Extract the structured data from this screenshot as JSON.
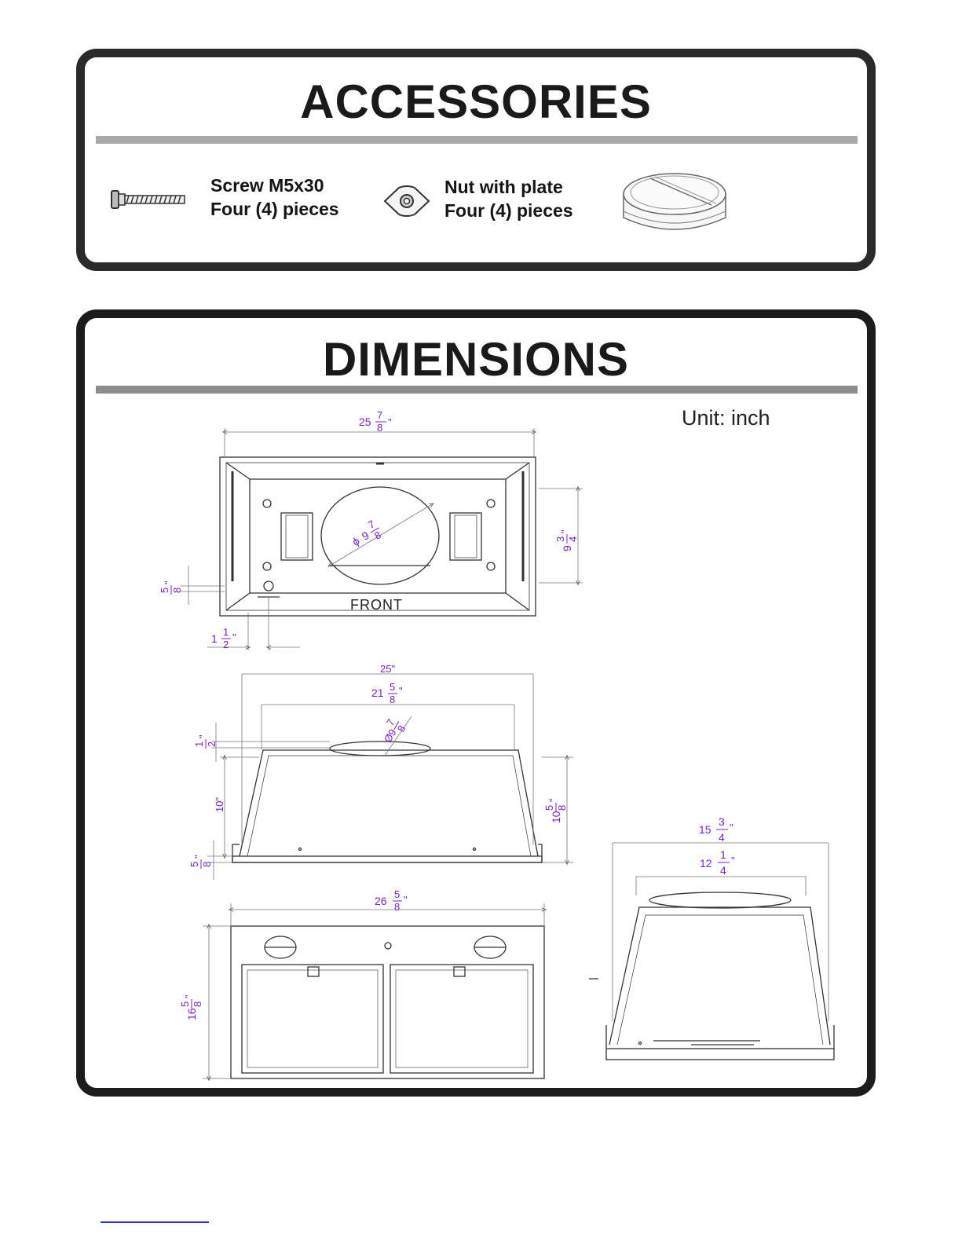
{
  "accessories": {
    "title": "ACCESSORIES",
    "screw": {
      "line1": "Screw M5x30",
      "line2": "Four (4) pieces",
      "icon": "screw-icon"
    },
    "nut": {
      "line1": "Nut with plate",
      "line2": "Four (4) pieces",
      "icon": "nut-plate-icon"
    },
    "cap": {
      "icon": "duct-cap-icon"
    }
  },
  "dimensions": {
    "title": "DIMENSIONS",
    "unit": "Unit: inch",
    "front_label": "FRONT",
    "top_view": {
      "width": {
        "whole": "25",
        "num": "7",
        "den": "8"
      },
      "opening_diameter": {
        "prefix": "ϕ",
        "whole": "9",
        "num": "7",
        "den": "8"
      },
      "opening_height": {
        "whole": "9",
        "num": "3",
        "den": "4"
      },
      "edge_offset": {
        "whole": "",
        "num": "5",
        "den": "8"
      },
      "side_offset": {
        "whole": "1",
        "num": "1",
        "den": "2"
      }
    },
    "front_view": {
      "overall_width": "25\"",
      "top_width": {
        "whole": "21",
        "num": "5",
        "den": "8"
      },
      "collar_diameter": {
        "prefix": "Ø",
        "whole": "9",
        "num": "7",
        "den": "8"
      },
      "collar_height": {
        "whole": "",
        "num": "1",
        "den": "2"
      },
      "body_height": "10\"",
      "overall_height": {
        "whole": "10",
        "num": "5",
        "den": "8"
      },
      "flange_height": {
        "whole": "",
        "num": "5",
        "den": "8"
      }
    },
    "bottom_view": {
      "width": {
        "whole": "26",
        "num": "5",
        "den": "8"
      },
      "depth": {
        "whole": "16",
        "num": "5",
        "den": "8"
      }
    },
    "side_view": {
      "overall_depth": {
        "whole": "15",
        "num": "3",
        "den": "4"
      },
      "top_depth": {
        "whole": "12",
        "num": "1",
        "den": "4"
      }
    },
    "inch_mark": "\""
  }
}
